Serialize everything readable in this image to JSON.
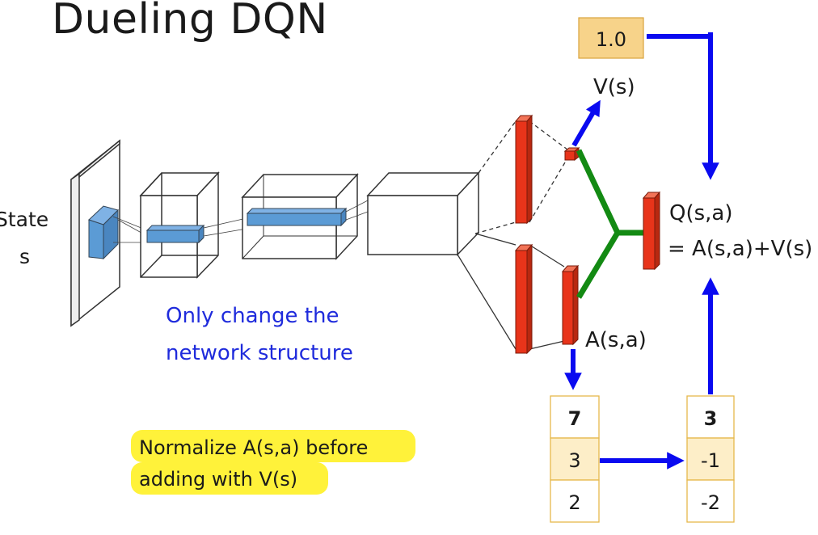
{
  "title": "Dueling DQN",
  "state_label": [
    "State",
    "s"
  ],
  "value_output": {
    "value": "1.0",
    "label": "V(s)"
  },
  "q_label": [
    "Q(s,a)",
    "= A(s,a)+V(s)"
  ],
  "advantage_label": "A(s,a)",
  "note": [
    "Only change the",
    "network structure"
  ],
  "highlight_note": [
    "Normalize A(s,a) before",
    "adding with V(s)"
  ],
  "advantage_values": [
    "7",
    "3",
    "2"
  ],
  "normalized_values": [
    "3",
    "-1",
    "-2"
  ],
  "colors": {
    "arrow": "#0a0af0",
    "layer": "#e8341a",
    "merge": "#138a13",
    "filter": "#5b9bd5",
    "value_box": "#f7d38a",
    "highlight": "#fff23a",
    "note_text": "#1f2bdc",
    "table_border": "#e6b84c",
    "table_highlight": "#fdeec8"
  }
}
